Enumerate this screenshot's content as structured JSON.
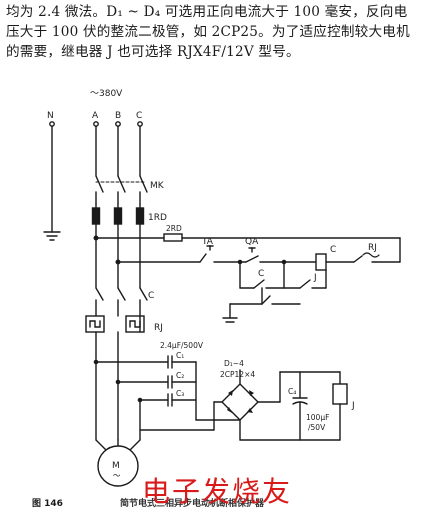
{
  "intro": {
    "line1": "均为 2.4 微法。D₁ ~ D₄ 可选用正向电流大于 100 毫安，反向电",
    "line2": "压大于 100 伏的整流二极管，如 2CP25。为了适应控制较大电机",
    "line3": "的需要，继电器 J 也可选择 RJX4F/12V 型号。"
  },
  "labels": {
    "supply": "～380V",
    "n": "N",
    "a": "A",
    "b": "B",
    "c": "C",
    "mk": "MK",
    "rd1": "1RD",
    "rd2": "2RD",
    "ta": "TA",
    "qa": "QA",
    "c_coil": "C",
    "rj_top": "RJ",
    "j_contact": "J",
    "c_contact": "C",
    "rj_left": "RJ",
    "cap_rating": "2.4μF/500V",
    "c1": "C₁",
    "c2": "C₂",
    "c3": "C₃",
    "diodes": "D₁~4",
    "diode_type": "2CP12×4",
    "c4": "C₄",
    "c4_val": "100μF",
    "c4_volt": "/50V",
    "j_relay": "J",
    "motor": "M",
    "motor_sym": "～"
  },
  "caption": {
    "fig": "图 146",
    "title": "简节电式三相异步电动机断相保护器"
  },
  "watermark": "电子发烧友"
}
